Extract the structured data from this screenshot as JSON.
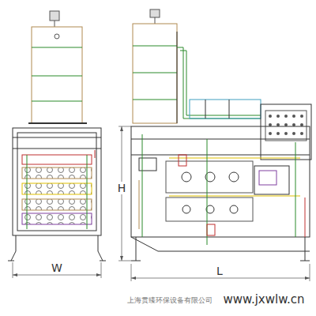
{
  "diagram": {
    "nodes": [],
    "edges": [],
    "labels": [
      "H",
      "W",
      "L",
      "上海贯臻环保设备有限公司",
      "www.jxwlw.cn"
    ]
  }
}
